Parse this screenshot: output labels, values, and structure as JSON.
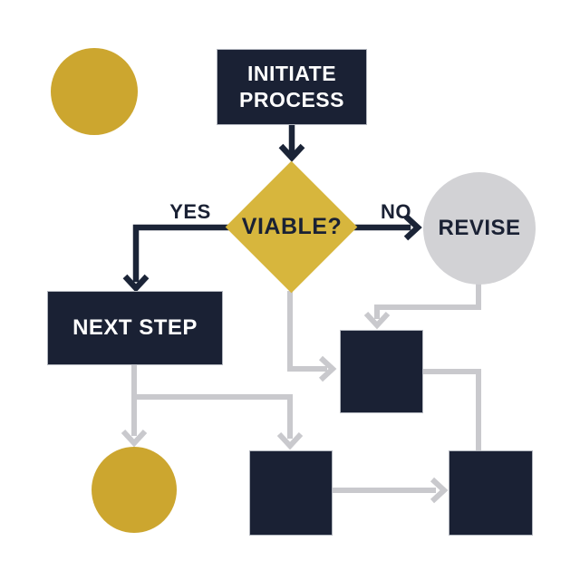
{
  "diagram": {
    "type": "flowchart",
    "background": "#ffffff",
    "nodes": {
      "circle_top_left": {
        "label": "",
        "shape": "circle",
        "fill": "#cca62f",
        "role": "decorative"
      },
      "initiate": {
        "label": "INITIATE PROCESS",
        "shape": "rectangle",
        "fill": "#1a2134",
        "text_color": "#ffffff"
      },
      "viable": {
        "label": "VIABLE?",
        "shape": "diamond",
        "fill": "#d7b63d",
        "text_color": "#1a2134"
      },
      "revise": {
        "label": "REVISE",
        "shape": "circle",
        "fill": "#d2d2d5",
        "text_color": "#1a2134"
      },
      "next_step": {
        "label": "NEXT STEP",
        "shape": "rectangle",
        "fill": "#1a2134",
        "text_color": "#ffffff"
      },
      "square_mid": {
        "label": "",
        "shape": "square",
        "fill": "#1a2134"
      },
      "circle_bottom_left": {
        "label": "",
        "shape": "circle",
        "fill": "#cca62f"
      },
      "square_bottom_mid": {
        "label": "",
        "shape": "square",
        "fill": "#1a2134"
      },
      "square_bottom_right": {
        "label": "",
        "shape": "square",
        "fill": "#1a2134"
      }
    },
    "edge_labels": {
      "yes": "YES",
      "no": "NO"
    },
    "edges": [
      {
        "from": "initiate",
        "to": "viable",
        "label": "",
        "color": "#1b2437"
      },
      {
        "from": "viable",
        "to": "next_step",
        "label": "YES",
        "color": "#1b2437"
      },
      {
        "from": "viable",
        "to": "revise",
        "label": "NO",
        "color": "#1b2437"
      },
      {
        "from": "viable",
        "to": "square_mid",
        "label": "",
        "color": "#c9c9cd"
      },
      {
        "from": "revise",
        "to": "square_mid",
        "label": "",
        "color": "#c9c9cd"
      },
      {
        "from": "square_mid",
        "to": "square_bottom_right",
        "label": "",
        "color": "#c9c9cd"
      },
      {
        "from": "next_step",
        "to": "circle_bottom_left",
        "label": "",
        "color": "#c9c9cd"
      },
      {
        "from": "next_step",
        "to": "square_bottom_mid",
        "label": "",
        "color": "#c9c9cd"
      },
      {
        "from": "square_bottom_mid",
        "to": "square_bottom_right",
        "label": "",
        "color": "#c9c9cd"
      }
    ],
    "colors": {
      "navy": "#1a2134",
      "gold_circle": "#cca62f",
      "gold_diamond": "#d7b63d",
      "gray_node": "#d2d2d5",
      "gray_connector": "#c9c9cd",
      "navy_connector": "#1b2437",
      "text_light": "#ffffff",
      "text_dark": "#1a2134"
    }
  }
}
